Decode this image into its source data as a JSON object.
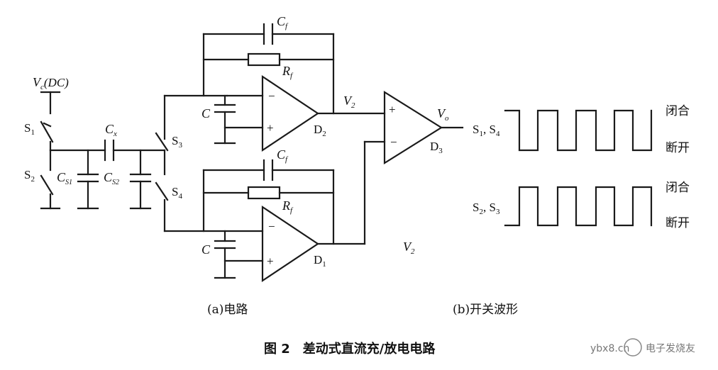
{
  "labels": {
    "vc": "V",
    "vc_sub": "c",
    "vc_dc": "(DC)",
    "s1": "S",
    "s1_sub": "1",
    "s2": "S",
    "s2_sub": "2",
    "s3": "S",
    "s3_sub": "3",
    "s4": "S",
    "s4_sub": "4",
    "cx": "C",
    "cx_sub": "x",
    "cs1": "C",
    "cs1_sub": "S1",
    "cs2": "C",
    "cs2_sub": "S2",
    "cf_top": "C",
    "cf_top_sub": "f",
    "rf_top": "R",
    "rf_top_sub": "f",
    "cf_bot": "C",
    "cf_bot_sub": "f",
    "rf_bot": "R",
    "rf_bot_sub": "f",
    "c_top": "C",
    "c_bot": "C",
    "d1": "D",
    "d1_sub": "1",
    "d2": "D",
    "d2_sub": "2",
    "d3": "D",
    "d3_sub": "3",
    "v2_top": "V",
    "v2_top_sub": "2",
    "v2_bot": "V",
    "v2_bot_sub": "2",
    "vo": "V",
    "vo_sub": "o",
    "minus": "−",
    "plus": "+"
  },
  "waveform": {
    "row1_label": "S1, S4",
    "row1_a": "S",
    "row1_a_sub": "1",
    "row1_b": "S",
    "row1_b_sub": "4",
    "row2_a": "S",
    "row2_a_sub": "2",
    "row2_b": "S",
    "row2_b_sub": "3",
    "closed": "闭合",
    "open": "断开"
  },
  "captions": {
    "a": "(a)电路",
    "b": "(b)开关波形",
    "figure": "图 2　差动式直流充/放电电路"
  },
  "watermark": {
    "site": "ybx8.cn",
    "brand": "电子发烧友"
  }
}
